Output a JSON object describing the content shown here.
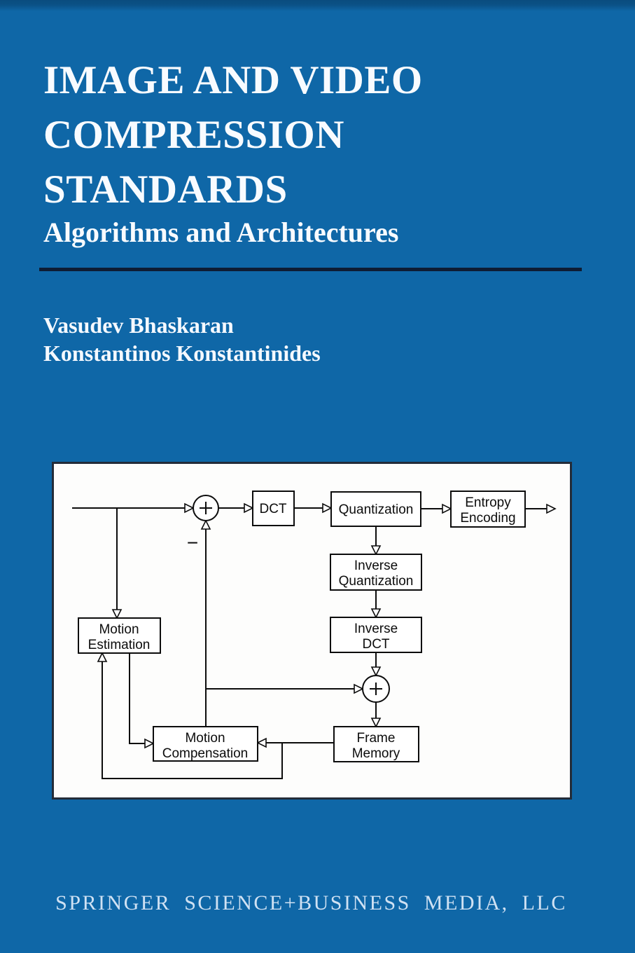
{
  "cover": {
    "title": "IMAGE AND VIDEO\nCOMPRESSION\nSTANDARDS",
    "subtitle": "Algorithms and Architectures",
    "authors": [
      "Vasudev Bhaskaran",
      "Konstantinos Konstantinides"
    ],
    "publisher": "SPRINGER SCIENCE+BUSINESS MEDIA, LLC",
    "colors": {
      "background": "#0f67a7",
      "title_text": "#f8fbff",
      "divider_rule": "#0e1c33",
      "panel_background": "#fdfdfc",
      "panel_border": "#232c39",
      "diagram_ink": "#0c0c0c",
      "publisher_text": "#cfe1f3"
    }
  },
  "diagram": {
    "description": "Motion-compensated DCT video encoder block diagram",
    "blocks": {
      "dct": {
        "label": "DCT"
      },
      "quantization": {
        "label": "Quantization"
      },
      "entropy": {
        "line1": "Entropy",
        "line2": "Encoding"
      },
      "inverse_quantization": {
        "line1": "Inverse",
        "line2": "Quantization"
      },
      "inverse_dct": {
        "line1": "Inverse",
        "line2": "DCT"
      },
      "motion_estimation": {
        "line1": "Motion",
        "line2": "Estimation"
      },
      "motion_compensation": {
        "line1": "Motion",
        "line2": "Compensation"
      },
      "frame_memory": {
        "line1": "Frame",
        "line2": "Memory"
      }
    },
    "adders": {
      "plus": "+",
      "minus": "−"
    }
  }
}
